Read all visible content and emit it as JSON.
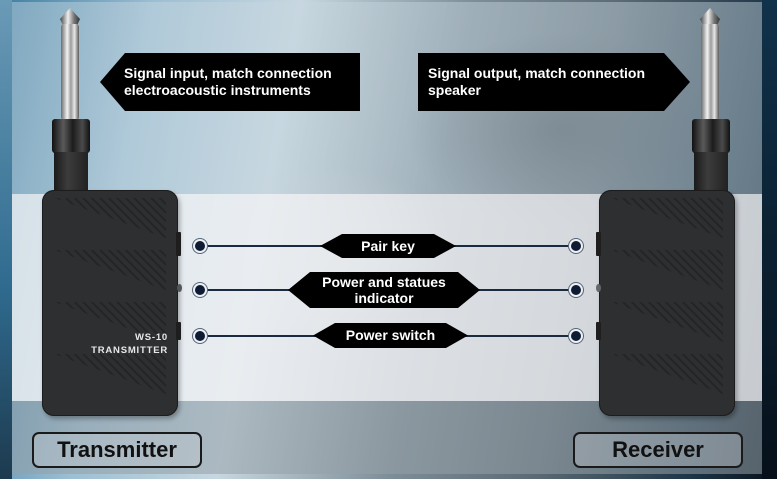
{
  "callouts": {
    "input": {
      "line1": "Signal input, match connection",
      "line2": "electroacoustic instruments",
      "direction": "left"
    },
    "output": {
      "line1": "Signal output, match connection",
      "line2": "speaker",
      "direction": "right"
    }
  },
  "features": [
    {
      "label": "Pair key"
    },
    {
      "label_line1": "Power and statues",
      "label_line2": "indicator"
    },
    {
      "label": "Power switch"
    }
  ],
  "transmitter": {
    "model": "WS-10",
    "type_label": "TRANSMITTER",
    "name_button": "Transmitter"
  },
  "receiver": {
    "name_button": "Receiver"
  },
  "colors": {
    "label_bg": "#000000",
    "label_text": "#ffffff",
    "line_color": "#1a2a40",
    "device_body": "#2e2f31"
  }
}
